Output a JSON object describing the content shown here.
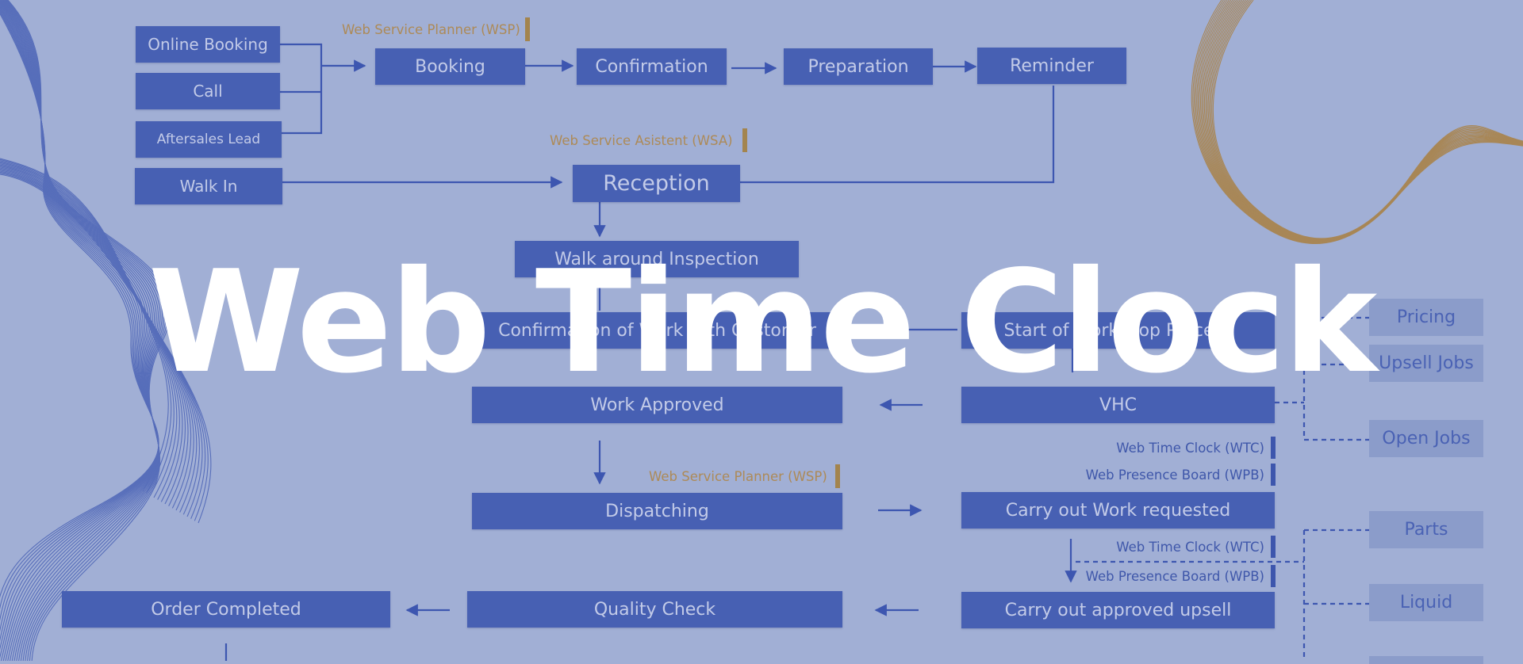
{
  "headline": "Web Time Clock",
  "colors": {
    "background": "#a1afd5",
    "box_fill": "#4760b3",
    "box_text": "#c3cbe8",
    "side_fill": "#8b9cca",
    "side_text": "#4a62b4",
    "connector": "#3d56b0",
    "accent_gold": "#a3844e",
    "headline_text": "#ffffff"
  },
  "diagram": {
    "nodes": {
      "online_booking": "Online Booking",
      "call": "Call",
      "aftersales_lead": "Aftersales Lead",
      "walk_in": "Walk In",
      "booking": "Booking",
      "confirmation": "Confirmation",
      "preparation": "Preparation",
      "reminder": "Reminder",
      "reception": "Reception",
      "walk_around": "Walk around Inspection",
      "confirm_customer": "Confirmation of Work with Customer",
      "start_workshop": "Start of Workshop Process",
      "work_approved": "Work Approved",
      "vhc": "VHC",
      "dispatching": "Dispatching",
      "carry_out_requested": "Carry out Work requested",
      "order_completed": "Order Completed",
      "quality_check": "Quality Check",
      "carry_out_upsell": "Carry out approved upsell"
    },
    "side_items": {
      "pricing": "Pricing",
      "upsell_jobs": "Upsell Jobs",
      "open_jobs": "Open Jobs",
      "parts": "Parts",
      "liquid": "Liquid"
    },
    "role_labels": {
      "wsp_top": "Web Service Planner (WSP)",
      "wsa": "Web Service Asistent (WSA)",
      "wsp_mid": "Web Service Planner (WSP)",
      "wtc_1": "Web Time Clock (WTC)",
      "wpb_1": "Web Presence Board (WPB)",
      "wtc_2": "Web Time Clock (WTC)",
      "wpb_2": "Web Presence Board (WPB)"
    }
  }
}
